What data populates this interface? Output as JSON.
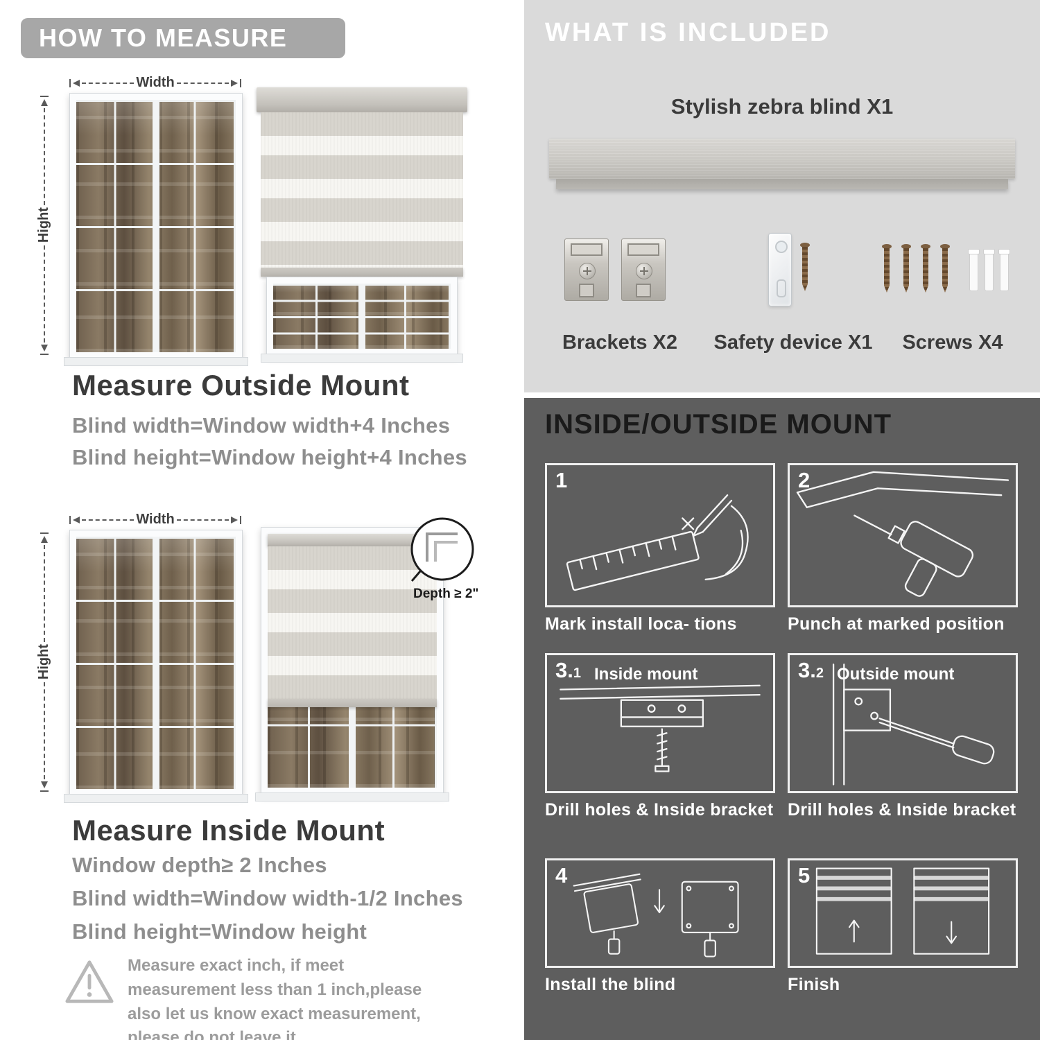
{
  "colors": {
    "banner_gray": "#a7a7a7",
    "included_bg": "#dadada",
    "mount_bg": "#5e5e5e"
  },
  "measure": {
    "banner": "HOW TO MEASURE",
    "outside": {
      "width_label": "Width",
      "height_label": "Hight",
      "title": "Measure Outside Mount",
      "lines": [
        "Blind width=Window width+4 Inches",
        "Blind height=Window height+4 Inches"
      ]
    },
    "inside": {
      "width_label": "Width",
      "height_label": "Hight",
      "depth_badge": "Depth ≥ 2\"",
      "title": "Measure Inside Mount",
      "lines": [
        "Window depth≥ 2 Inches",
        "Blind width=Window width-1/2 Inches",
        "Blind height=Window height"
      ]
    },
    "note": "Measure exact inch, if meet measurement less than 1 inch,please also let us know exact measurement, please do not leave it"
  },
  "included": {
    "banner": "WHAT IS INCLUDED",
    "product_label": "Stylish zebra blind X1",
    "items": [
      {
        "label": "Brackets X2"
      },
      {
        "label": "Safety device X1"
      },
      {
        "label": "Screws X4"
      }
    ]
  },
  "mount": {
    "title": "INSIDE/OUTSIDE MOUNT",
    "steps": [
      {
        "num": "1",
        "subnum": "",
        "label": "",
        "caption": "Mark install loca- tions"
      },
      {
        "num": "2",
        "subnum": "",
        "label": "",
        "caption": "Punch at  marked position"
      },
      {
        "num": "3.",
        "subnum": "1",
        "label": "Inside mount",
        "caption": "Drill holes &  Inside bracket"
      },
      {
        "num": "3.",
        "subnum": "2",
        "label": "Outside mount",
        "caption": "Drill holes &  Inside bracket"
      },
      {
        "num": "4",
        "subnum": "",
        "label": "",
        "caption": "Install the blind"
      },
      {
        "num": "5",
        "subnum": "",
        "label": "",
        "caption": "Finish"
      }
    ]
  }
}
